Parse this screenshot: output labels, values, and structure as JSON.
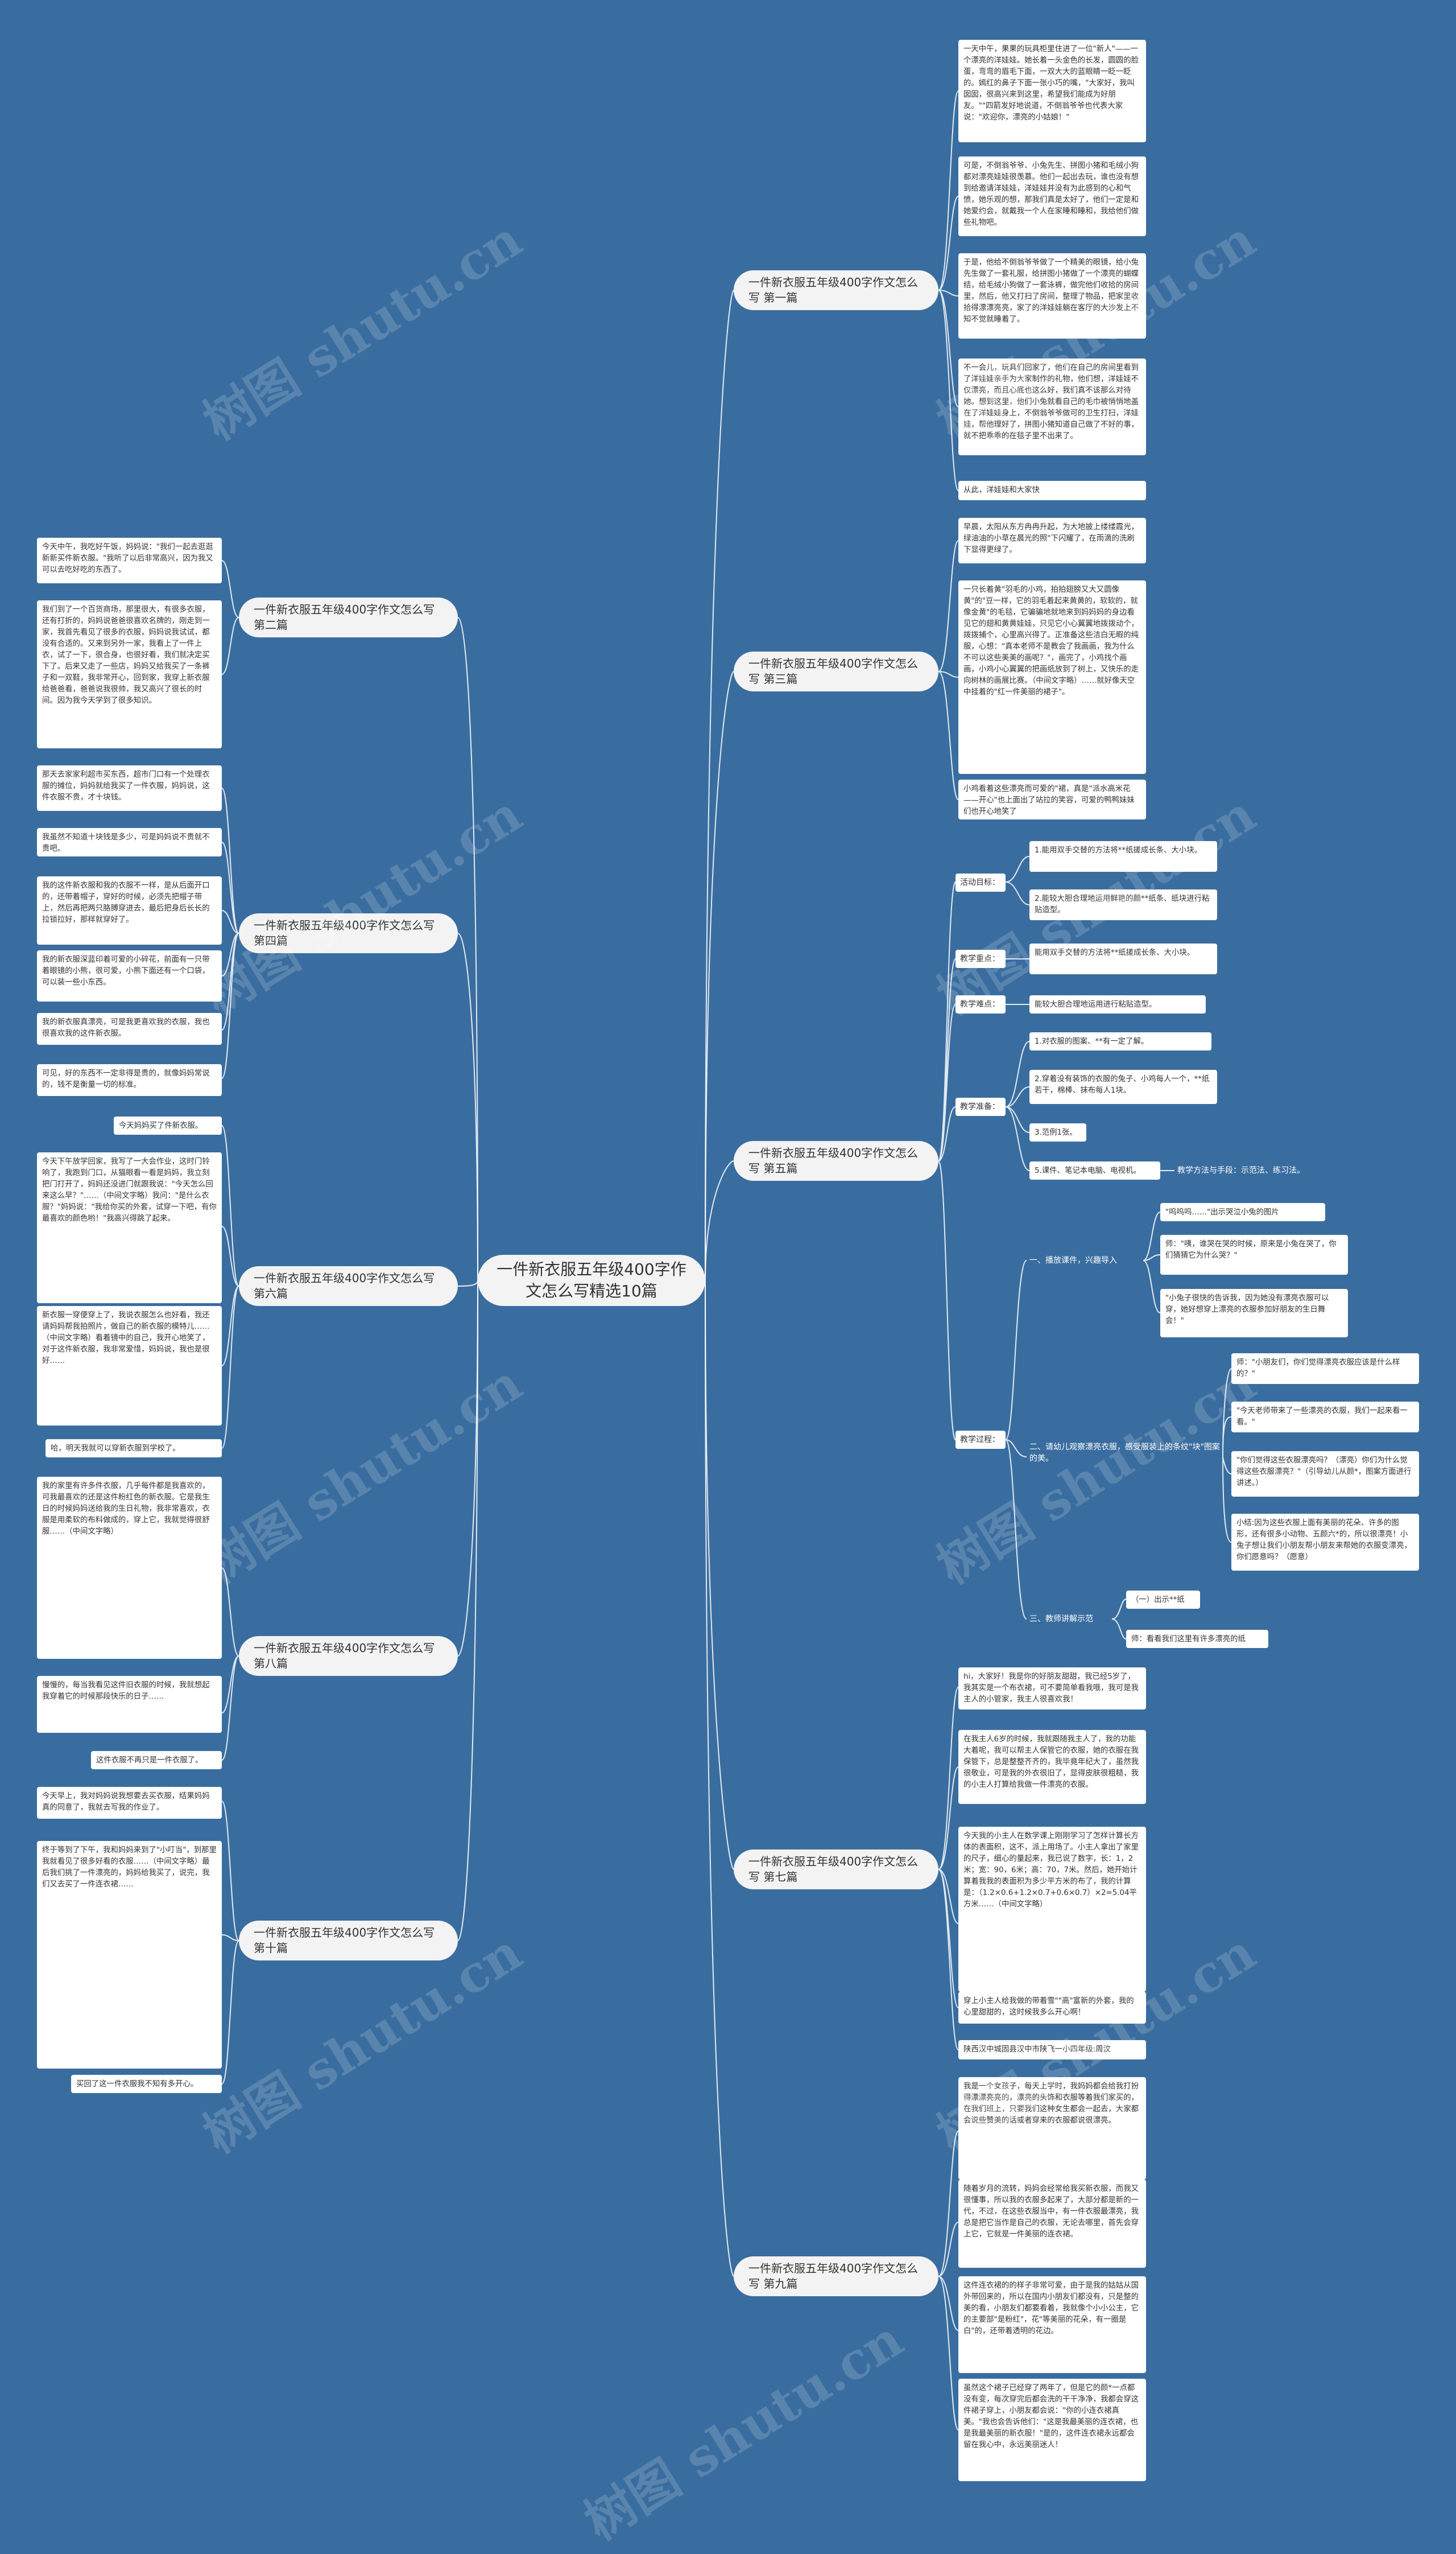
{
  "center": "一件新衣服五年级400字作文怎么写精选10篇",
  "watermark": "树图 shutu.cn",
  "branches": {
    "b1": "一件新衣服五年级400字作文怎么写 第一篇",
    "b2": "一件新衣服五年级400字作文怎么写 第二篇",
    "b3": "一件新衣服五年级400字作文怎么写 第三篇",
    "b4": "一件新衣服五年级400字作文怎么写 第四篇",
    "b5": "一件新衣服五年级400字作文怎么写 第五篇",
    "b6": "一件新衣服五年级400字作文怎么写 第六篇",
    "b7": "一件新衣服五年级400字作文怎么写 第七篇",
    "b8": "一件新衣服五年级400字作文怎么写 第八篇",
    "b9": "一件新衣服五年级400字作文怎么写 第九篇",
    "b10": "一件新衣服五年级400字作文怎么写 第十篇"
  },
  "p1": [
    "一天中午，果果的玩具柜里住进了一位\"新人\"——一个漂亮的洋娃娃。她长着一头金色的长发，圆圆的脸蛋，弯弯的眉毛下面，一双大大的蓝眼睛一眨一眨的。嫣红的鼻子下面一张小巧的嘴，\"大家好，我叫囡囡，很高兴来到这里，希望我们能成为好朋友。\"\"四箭发好地说道，不倒翁爷爷也代表大家说：\"欢迎你，漂亮的小姑娘！\"",
    "可是，不倒翁爷爷、小兔先生、拼图小猪和毛绒小狗都对漂亮娃娃很羡慕。他们一起出去玩，谁也没有想到给邀请洋娃娃，洋娃娃并没有为此感到的心和气愤，她乐观的想，那我们真是太好了，他们一定是和她爱约会，就戴我一个人在家睡和睡和，我给他们做些礼物吧。",
    "于是，他给不倒翁爷爷做了一个精美的眼镜，给小兔先生做了一套礼服，给拼图小猪做了一个漂亮的蝴蝶结，给毛绒小狗做了一套泳裤，做完他们收拾的房间里，然后，他又打扫了房间，整理了物品，把家里收拾得漂漂亮亮，家了的洋娃娃躺在客厅的大沙发上不知不觉就睡着了。",
    "不一会儿，玩具们回家了，他们在自己的房间里看到了洋娃娃亲手为大家制作的礼物，他们想，洋娃娃不仅漂亮，而且心底也这么好，我们真不该那么对待她。想到这里，他们小兔就看自己的毛巾被悄悄地盖在了洋娃娃身上，不倒翁爷爷做可的卫生打扫，洋娃娃，帮他理好了，拼图小猪知道自己做了不好的事，就不把乖乖的在毯子里不出来了。",
    "从此，洋娃娃和大家快"
  ],
  "p3": [
    "早晨，太阳从东方冉冉升起，为大地披上缕缕霞光，绿油油的小草在晨光的照\"下闪耀了，在雨滴的洗刷下显得更绿了。",
    "一只长着黄\"羽毛的小鸡，拍拍翅膀又大又圆像黄\"的\"豆一样，它的羽毛着起来黄黄的，软软的，就像金黄\"的毛毯，它骗骗地就地来到妈妈妈的身边看见它的翅和黄黄娃娃，只见它小心翼翼地拨拨动个，拨拨捕个，心里高兴得了。正准备这些洁白无暇的纯服，心想：\"真本老师不是教会了我画画，我为什么不可以这些美美的画呢？\"，画完了，小鸡找个画画，小鸡小心翼翼的把画纸放到了树上，又快乐的走向树林的画展比赛。（中间文字略）……就好像天空中挂着的\"红一件美丽的裙子\"。",
    "小鸡看着这些漂亮而可爱的\"裙，真是\"派水高米花——开心\"也上面出了站拉的笑容，可爱的鸭鸭妹妹们也开心地笑了"
  ],
  "p5": {
    "goal_label": "活动目标：",
    "goals": [
      "1.能用双手交替的方法将**纸搓成长条、大小块。",
      "2.能较大胆合理地运用鲜艳的颜**纸条、纸块进行粘贴造型。"
    ],
    "key_label": "教学重点：",
    "key": "能用双手交替的方法将**纸搓成长条、大小块。",
    "diff_label": "教学难点：",
    "diff": "能较大胆合理地运用进行粘贴造型。",
    "prep_label": "教学准备：",
    "preps": [
      "1.对衣服的图案、**有一定了解。",
      "2.穿着没有装饰的衣服的兔子、小鸡每人一个，**纸若干，棉棒、抹布每人1块。",
      "3.范例1张。",
      "5.课件、笔记本电脑、电视机。"
    ],
    "method": "教学方法与手段：示范法、练习法。",
    "process_label": "教学过程：",
    "step1_label": "一、播放课件，兴趣导入",
    "step1_items": [
      "\"呜呜呜……\"出示哭泣小兔的图片",
      "师：\"咦，谁哭在哭的时候，原来是小兔在哭了，你们猜猜它为什么哭？\"",
      "\"小兔子很快的告诉我，因为她没有漂亮衣服可以穿，她好想穿上漂亮的衣服参加好朋友的生日舞会！\""
    ],
    "step2_label": "二、请幼儿观察漂亮衣服，感受服装上的条纹\"块\"图案的美。",
    "step2_items": [
      "师：\"小朋友们，你们觉得漂亮衣服应该是什么样的？\"",
      "\"今天老师带来了一些漂亮的衣服，我们一起来看一看。\"",
      "\"你们觉得这些衣服漂亮吗？（漂亮）你们为什么觉得这些衣服漂亮？\"（引导幼儿从颜*，图案方面进行讲述。）",
      "小结:因为这些衣服上面有美丽的花朵、许多的图形，还有很多小动物、五颜六*的，所以很漂亮！小兔子想让我们小朋友帮小朋友来帮她的衣服变漂亮，你们愿意吗？（愿意）"
    ],
    "step3_label": "三、教师讲解示范",
    "step3_items": [
      "（一）出示**纸",
      "师：看看我们这里有许多漂亮的纸"
    ]
  },
  "p7": [
    "hi，大家好！我是你的好朋友甜甜，我已经5岁了，我其实是一个布衣裙，可不要简单看我哦，我可是我主人的小管家，我主人很喜欢我！",
    "在我主人6岁的时候，我就跟随我主人了，我的功能大着呢，我可以帮主人保管它的衣服，她的衣服在我保管下，总是整整齐齐的，我毕竟年纪大了，虽然我很敬业，可是我的外衣很旧了，显得皮肤很粗糙，我的小主人打算给我做一件漂亮的衣服。",
    "今天我的小主人在数学课上刚刚学习了怎样计算长方体的表面积，这不，派上用场了。小主人拿出了家里的尺子，细心的量起来，我已说了数字，长：1，2米；宽：90，6米；高：70，7米。然后，她开始计算着我我的表面积为多少平方米的布了，我的计算是：（1.2×0.6+1.2×0.7+0.6×0.7）×2=5.04平方米……（中间文字略）",
    "穿上小主人给我做的带着雪\"\"高\"富新的外套，我的心里甜甜的，这时候我多么开心啊！",
    "陕西汉中城固县汉中市陕飞一小四年级:周汶"
  ],
  "p9": [
    "我是一个女孩子，每天上学时，我妈妈都会给我打扮得漂漂亮亮的，漂亮的头饰和衣服等着我们家买的，在我们班上，只要我们这种女生都会一起去，大家都会说些赞美的话或者穿来的衣服都说很漂亮。",
    "随着岁月的流转，妈妈会经常给我买新衣服，而我又很懂事，所以我的衣服多起来了，大部分都是新的一代，不过，在这些衣服当中，有一件衣服最漂亮，我总是把它当作是自己的衣服，无论去哪里，首先会穿上它，它就是一件美丽的连衣裙。",
    "这件连衣裙的的样子非常可爱，由于是我的姑姑从国外带回来的，所以在国内小朋友们都没有，只是整的美的看，小朋友们都要看着，我就像个小小公主，它的主要部\"是粉红\"，花\"等美丽的花朵，有一圈是白\"的，还带着透明的花边。",
    "虽然这个裙子已经穿了两年了，但是它的颜*一点都没有变，每次穿完后都会洗的干干净净，我都会穿这件裙子穿上，小朋友都会说：\"你的小连衣裙真美。\"我也会告诉他们：\"这是我最美丽的连衣裙，也是我最美丽的新衣服！\"是的，这件连衣裙永远都会留在我心中，永远美丽迷人！"
  ],
  "p2": [
    "今天中午，我吃好午饭，妈妈说：\"我们一起去逛逛新新买件新衣服。\"我听了以后非常高兴，因为我又可以去吃好吃的东西了。",
    "我们到了一个百货商场，那里很大，有很多衣服，还有打折的，妈妈说爸爸很喜欢名牌的，刚走到一家，我首先看见了很多的衣服，妈妈说我试试，都没有合适的。又来到另外一家，我看上了一件上衣，试了一下，很合身，也很好看，我们就决定买下了。后来又走了一些店，妈妈又给我买了一条裤子和一双鞋，我非常开心，回到家，我穿上新衣服给爸爸看，爸爸说我很帅，我又高兴了很长的时间。因为我今天学到了很多知识。"
  ],
  "p4": [
    "那天去家家利超市买东西，超市门口有一个处理衣服的摊位，妈妈就给我买了一件衣服，妈妈说，这件衣服不贵，才十块钱。",
    "我虽然不知道十块钱是多少，可是妈妈说不贵就不贵吧。",
    "我的这件新衣服和我的衣服不一样，是从后面开口的，还带着帽子，穿好的时候，必须先把帽子带上，然后再把两只胳膊穿进去，最后把身后长长的拉锁拉好，那样就穿好了。",
    "我的新衣服深蓝印着可爱的小碎花，前面有一只带着眼镜的小熊，很可爱，小熊下面还有一个口袋，可以装一些小东西。",
    "我的新衣服真漂亮，可是我更喜欢我的衣服，我也很喜欢我的这件新衣服。",
    "可见，好的东西不一定非得是贵的，就像妈妈常说的，钱不是衡量一切的标准。"
  ],
  "p6": [
    "今天妈妈买了件新衣服。",
    "今天下午放学回家，我写了一大会作业，这时门铃响了，我跑到门口，从猫眼看一看是妈妈，我立刻把门打开了，妈妈还没进门就跟我说：\"今天怎么回来这么早？\"……（中间文字略）我问：\"是什么衣服？\"妈妈说：\"我给你买的外套，试穿一下吧，有你最喜欢的颜色哟！\"我高兴得跳了起来。",
    "新衣服一穿便穿上了，我说衣服怎么也好看，我还请妈妈帮我拍照片，做自己的新衣服的模特儿……（中间文字略）看着镜中的自己，我开心地笑了，对于这件新衣服，我非常爱惜，妈妈说，我也是很好……",
    "哈，明天我就可以穿新衣服到学校了。"
  ],
  "p8": [
    "我的家里有许多件衣服，几乎每件都是我喜欢的，可我最喜欢的还是这件粉红色的新衣服。它是我生日的时候妈妈送给我的生日礼物，我非常喜欢，衣服是用柔软的布料做成的，穿上它，我就觉得很舒服……（中间文字略）",
    "慢慢的，每当我看见这件旧衣服的时候，我就想起我穿着它的时候那段快乐的日子……",
    "这件衣服不再只是一件衣服了。"
  ],
  "p10": [
    "今天早上，我对妈妈说我想要去买衣服，结果妈妈真的同意了，我就去写我的作业了。",
    "终于等到了下午，我和妈妈来到了\"小叮当\"，到那里我就看见了很多好看的衣服……（中间文字略）最后我们挑了一件漂亮的，妈妈给我买了，说完，我们又去买了一件连衣裙……",
    "买回了这一件衣服我不知有多开心。"
  ]
}
